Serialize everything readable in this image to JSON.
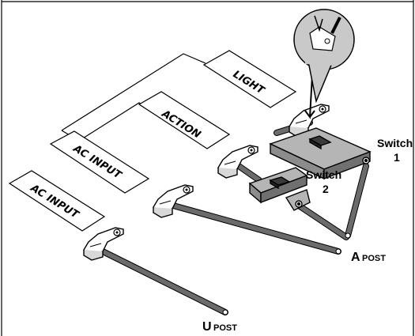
{
  "labels": {
    "light": "LIGHT",
    "action": "ACTION",
    "ac_input_upper": "AC INPUT",
    "ac_input_lower": "AC INPUT",
    "switch1_name": "Switch",
    "switch1_num": "1",
    "switch2_name": "Switch",
    "switch2_num": "2",
    "post_a_letter": "A",
    "post_a_word": "POST",
    "post_u_letter": "U",
    "post_u_word": "POST"
  },
  "colors": {
    "wire": "#6b6b6b",
    "wire_dark": "#3a3a3a",
    "switch_body": "#8c8c8c",
    "switch_top": "#b5b5b5",
    "magnifier": "#c9c9c9",
    "outline": "#000000"
  },
  "icons": {
    "magnifier": "magnifier-callout-icon",
    "clip": "wire-clip-icon"
  }
}
